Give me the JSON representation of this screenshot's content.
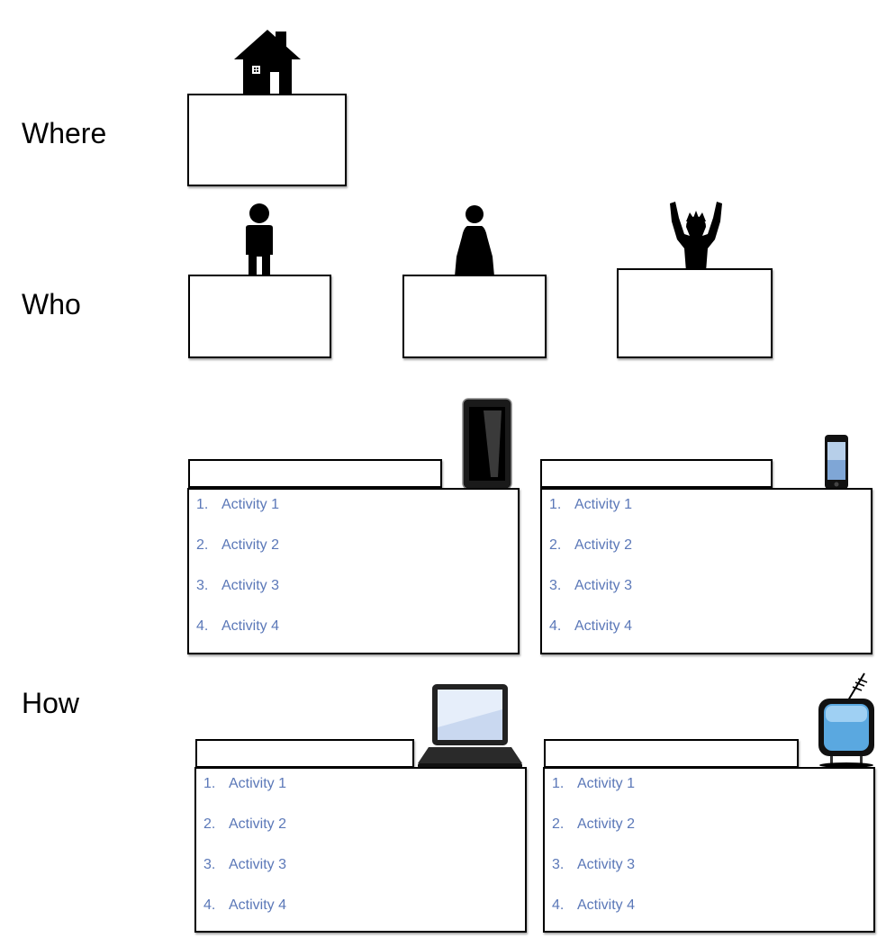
{
  "labels": {
    "where": "Where",
    "who": "Who",
    "how": "How"
  },
  "devices": [
    {
      "icon": "tablet-icon",
      "activities": [
        {
          "num": "1.",
          "text": "Activity 1"
        },
        {
          "num": "2.",
          "text": "Activity 2"
        },
        {
          "num": "3.",
          "text": "Activity 3"
        },
        {
          "num": "4.",
          "text": "Activity 4"
        }
      ]
    },
    {
      "icon": "smartphone-icon",
      "activities": [
        {
          "num": "1.",
          "text": "Activity 1"
        },
        {
          "num": "2.",
          "text": "Activity 2"
        },
        {
          "num": "3.",
          "text": "Activity 3"
        },
        {
          "num": "4.",
          "text": "Activity 4"
        }
      ]
    },
    {
      "icon": "laptop-icon",
      "activities": [
        {
          "num": "1.",
          "text": "Activity 1"
        },
        {
          "num": "2.",
          "text": "Activity 2"
        },
        {
          "num": "3.",
          "text": "Activity 3"
        },
        {
          "num": "4.",
          "text": "Activity 4"
        }
      ]
    },
    {
      "icon": "tv-icon",
      "activities": [
        {
          "num": "1.",
          "text": "Activity 1"
        },
        {
          "num": "2.",
          "text": "Activity 2"
        },
        {
          "num": "3.",
          "text": "Activity 3"
        },
        {
          "num": "4.",
          "text": "Activity 4"
        }
      ]
    }
  ],
  "colors": {
    "activity_text": "#5b78b8",
    "border": "#000000"
  }
}
